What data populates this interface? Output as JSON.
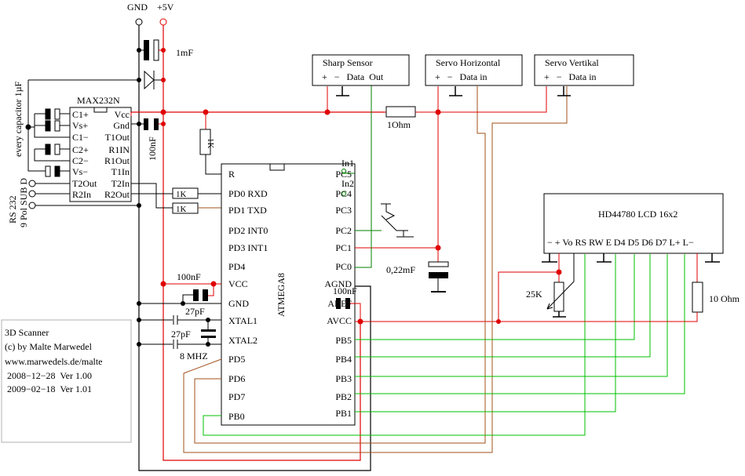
{
  "title": "3D Scanner schematic",
  "colors": {
    "power": "#e00000",
    "ground": "#000000",
    "signal_green": "#00c000",
    "signal_dark_green": "#008000",
    "signal_brown": "#a0501a",
    "background": "#ffffff"
  },
  "power_terminals": {
    "gnd_label": "GND",
    "vcc_label": "+5V"
  },
  "components": {
    "cap_1mf": "1mF",
    "cap_100nf_supply": "100nF",
    "cap_100nf_vcc": "100nF",
    "cap_100nf_aref": "100nF",
    "cap_27pf_1": "27pF",
    "cap_27pf_2": "27pF",
    "crystal": "8 MHZ",
    "cap_022mf": "0,22mF",
    "res_1k_reset": "1K",
    "res_1k_rxd": "1K",
    "res_1k_txd": "1K",
    "res_1ohm": "1Ohm",
    "pot_25k": "25K",
    "res_10ohm": "10 Ohm"
  },
  "max232": {
    "name": "MAX232N",
    "capacitor_note": "every capacitor 1µF",
    "left_pins": [
      "C1+",
      "Vs+",
      "C1−",
      "C2+",
      "C2−",
      "Vs−",
      "T2Out",
      "R2In"
    ],
    "right_pins": [
      "Vcc",
      "Gnd",
      "T1Out",
      "R1IN",
      "R1Out",
      "T1In",
      "T2In",
      "R2Out"
    ]
  },
  "rs232": {
    "label_line1": "RS 232",
    "label_line2": "9 Pol SUB D"
  },
  "atmega": {
    "name": "ATMEGA8",
    "left_pins": [
      "R",
      "PD0 RXD",
      "PD1 TXD",
      "PD2 INT0",
      "PD3 INT1",
      "PD4",
      "VCC",
      "GND",
      "XTAL1",
      "XTAL2",
      "PD5",
      "PD6",
      "PD7",
      "PB0"
    ],
    "right_pins": [
      "PC5",
      "PC4",
      "PC3",
      "PC2",
      "PC1",
      "PC0",
      "AGND",
      "AREF",
      "AVCC",
      "PB5",
      "PB4",
      "PB3",
      "PB2",
      "PB1"
    ]
  },
  "inputs": {
    "in1": "In1",
    "in2": "In2"
  },
  "modules": [
    {
      "name": "Sharp Sensor",
      "pins": "+   −   Data  Out"
    },
    {
      "name": "Servo Horizontal",
      "pins": "+   −   Data in"
    },
    {
      "name": "Servo Vertikal",
      "pins": "+   −   Data in"
    }
  ],
  "lcd": {
    "name": "HD44780 LCD 16x2",
    "pins": "− + Vo RS RW E D4 D5 D6 D7 L+ L−"
  },
  "info_box": {
    "lines": [
      "3D Scanner",
      "(c) by Malte Marwedel",
      "www.marwedels.de/malte",
      " 2008−12−28  Ver 1.00",
      " 2009−02−18  Ver 1.01"
    ]
  }
}
